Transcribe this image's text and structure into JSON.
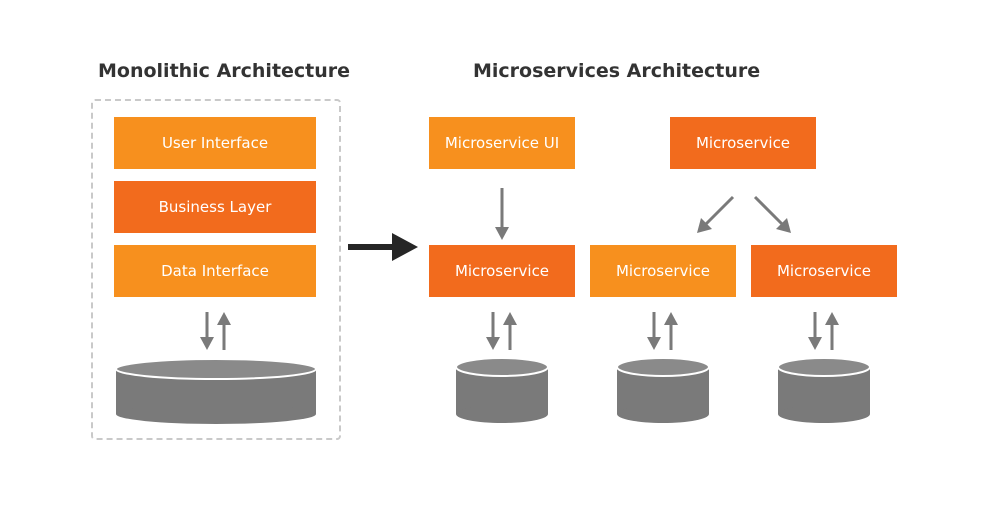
{
  "diagram": {
    "monolith": {
      "title": "Monolithic Architecture",
      "layers": [
        "User Interface",
        "Business Layer",
        "Data Interface"
      ]
    },
    "microservices": {
      "title": "Microservices Architecture",
      "ui_label": "Microservice UI",
      "service_label": "Microservice"
    }
  },
  "colors": {
    "light_orange": "#f7901e",
    "dark_orange": "#f26b1d",
    "gray": "#7a7a7a",
    "arrow_dark": "#262626",
    "title_text": "#333333"
  }
}
